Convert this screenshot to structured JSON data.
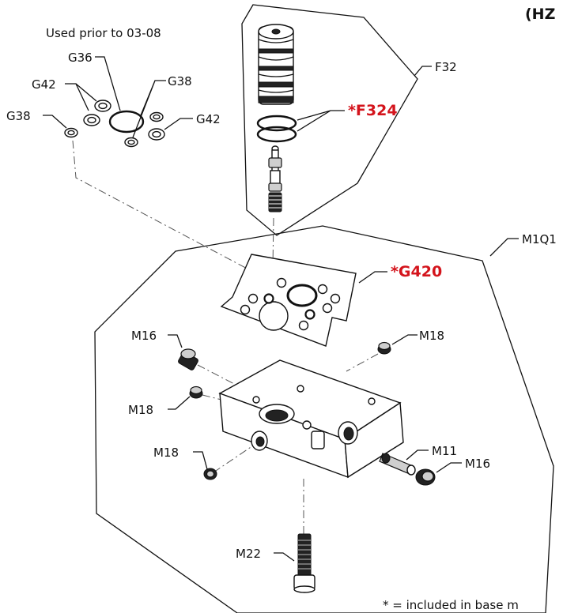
{
  "header": {
    "title_fragment": "(HZ"
  },
  "note_prior": "Used prior to 03-08",
  "footnote": "* = included in base m",
  "assemblies": {
    "valve": "F32",
    "manifold": "M1Q1"
  },
  "labels": {
    "g36": "G36",
    "g42_left": "G42",
    "g38_top": "G38",
    "g38_left": "G38",
    "g42_right": "G42",
    "f324": "*F324",
    "g420": "*G420",
    "m16_left": "M16",
    "m18_right": "M18",
    "m18_left": "M18",
    "m18_bottom": "M18",
    "m11": "M11",
    "m16_right": "M16",
    "m22": "M22"
  },
  "colors": {
    "highlight": "#d4141c",
    "line": "#111111"
  }
}
